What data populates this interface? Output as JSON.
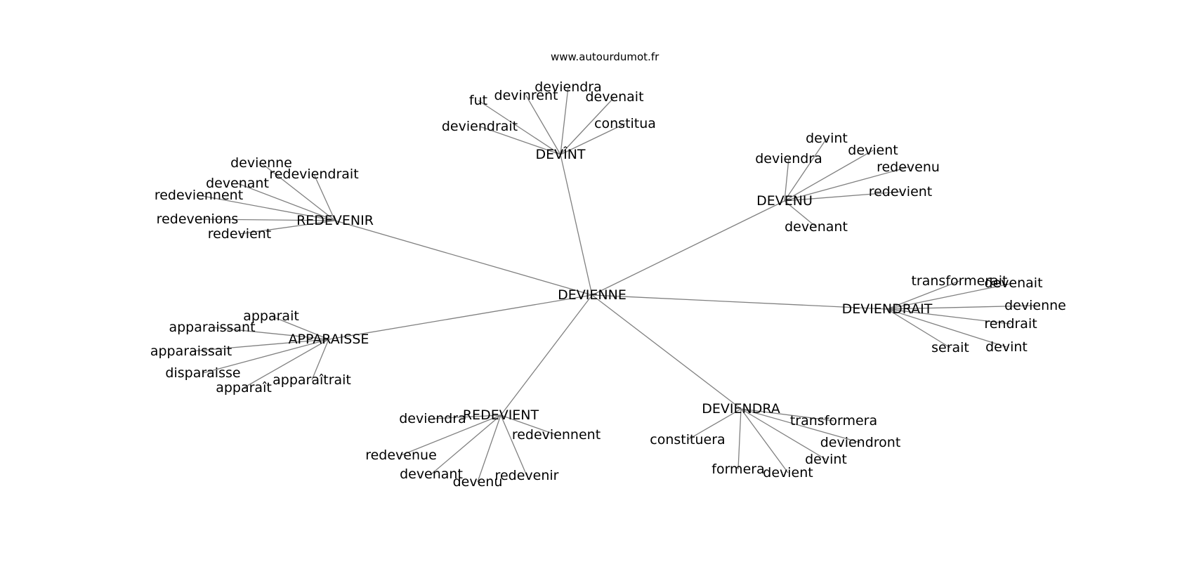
{
  "source": "www.autourdumot.fr",
  "center": "DEVIENNE",
  "clusters": [
    {
      "hub": "DEVÎNT",
      "leaves": [
        "fut",
        "devinrent",
        "deviendra",
        "devenait",
        "deviendrait",
        "constitua"
      ]
    },
    {
      "hub": "DEVENU",
      "leaves": [
        "devint",
        "deviendra",
        "devient",
        "redevenu",
        "redevient",
        "devenant"
      ]
    },
    {
      "hub": "REDEVENIR",
      "leaves": [
        "devienne",
        "redeviendrait",
        "devenant",
        "redeviennent",
        "redevenions",
        "redevient"
      ]
    },
    {
      "hub": "DEVIENDRAIT",
      "leaves": [
        "transformerait",
        "devenait",
        "devienne",
        "rendrait",
        "serait",
        "devint"
      ]
    },
    {
      "hub": "APPARAISSE",
      "leaves": [
        "apparait",
        "apparaissant",
        "apparaissait",
        "disparaisse",
        "apparaît",
        "apparaîtrait"
      ]
    },
    {
      "hub": "REDEVIENT",
      "leaves": [
        "deviendra",
        "redeviennent",
        "redevenue",
        "devenant",
        "devenu",
        "redevenir"
      ]
    },
    {
      "hub": "DEVIENDRA",
      "leaves": [
        "transformera",
        "constituera",
        "deviendront",
        "devint",
        "formera",
        "devient"
      ]
    }
  ]
}
